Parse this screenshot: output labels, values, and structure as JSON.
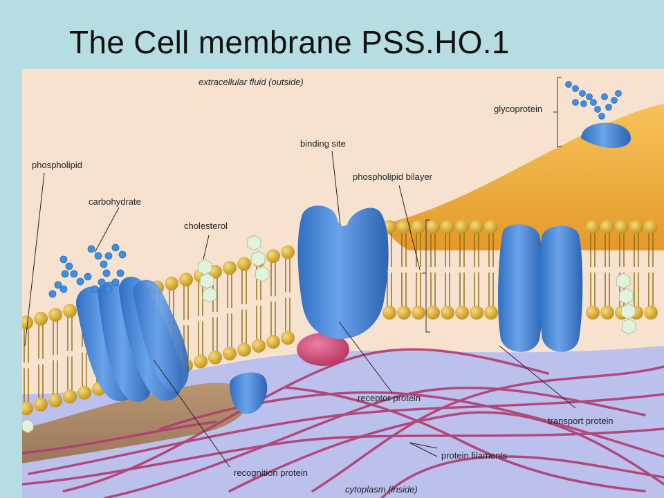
{
  "slide": {
    "title": "The Cell membrane  PSS.HO.1"
  },
  "diagram": {
    "regions": {
      "outside": "extracellular fluid (outside)",
      "inside": "cytoplasm (inside)"
    },
    "labels": {
      "glycoprotein": "glycoprotein",
      "binding_site": "binding site",
      "phospholipid_bilayer": "phospholipid bilayer",
      "phospholipid": "phospholipid",
      "carbohydrate": "carbohydrate",
      "cholesterol": "cholesterol",
      "receptor_protein": "receptor protein",
      "transport_protein": "transport protein",
      "protein_filaments": "protein filaments",
      "recognition_protein": "recognition protein"
    },
    "colors": {
      "background": "#b6dde2",
      "extracellular": "#f6e2cf",
      "cytoplasm": "#bcc0ec",
      "lipid_head": "#e2b437",
      "lipid_tail": "#8a6a12",
      "protein": "#4a86d6",
      "filament": "#b03e72",
      "carbohydrate": "#3f8ee0",
      "cholesterol": "#e3f2dc",
      "glycolipid_mass": "#f2b64c"
    }
  }
}
